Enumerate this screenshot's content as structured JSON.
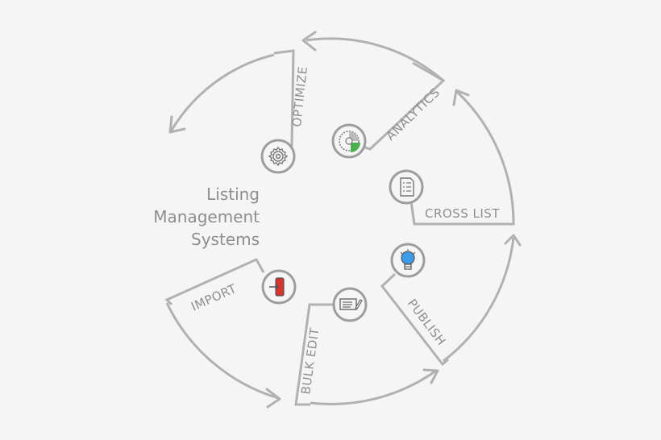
{
  "title": {
    "line1": "Listing",
    "line2": "Management",
    "line3": "Systems"
  },
  "steps": {
    "optimize": "OPTIMIZE",
    "analytics": "ANALYTICS",
    "cross_list": "CROSS LIST",
    "publish": "PUBLISH",
    "bulk_edit": "BULK EDIT",
    "import": "IMPORT"
  },
  "icons": {
    "optimize": "gear-icon",
    "analytics": "pie-chart-icon",
    "cross_list": "checklist-icon",
    "publish": "lightbulb-icon",
    "bulk_edit": "edit-document-icon",
    "import": "import-icon"
  },
  "colors": {
    "line": "#b1b1b1",
    "text": "#8e8e8e",
    "analytics_accent": "#4caf50",
    "publish_accent": "#3d9be9",
    "import_accent": "#d9342b"
  }
}
